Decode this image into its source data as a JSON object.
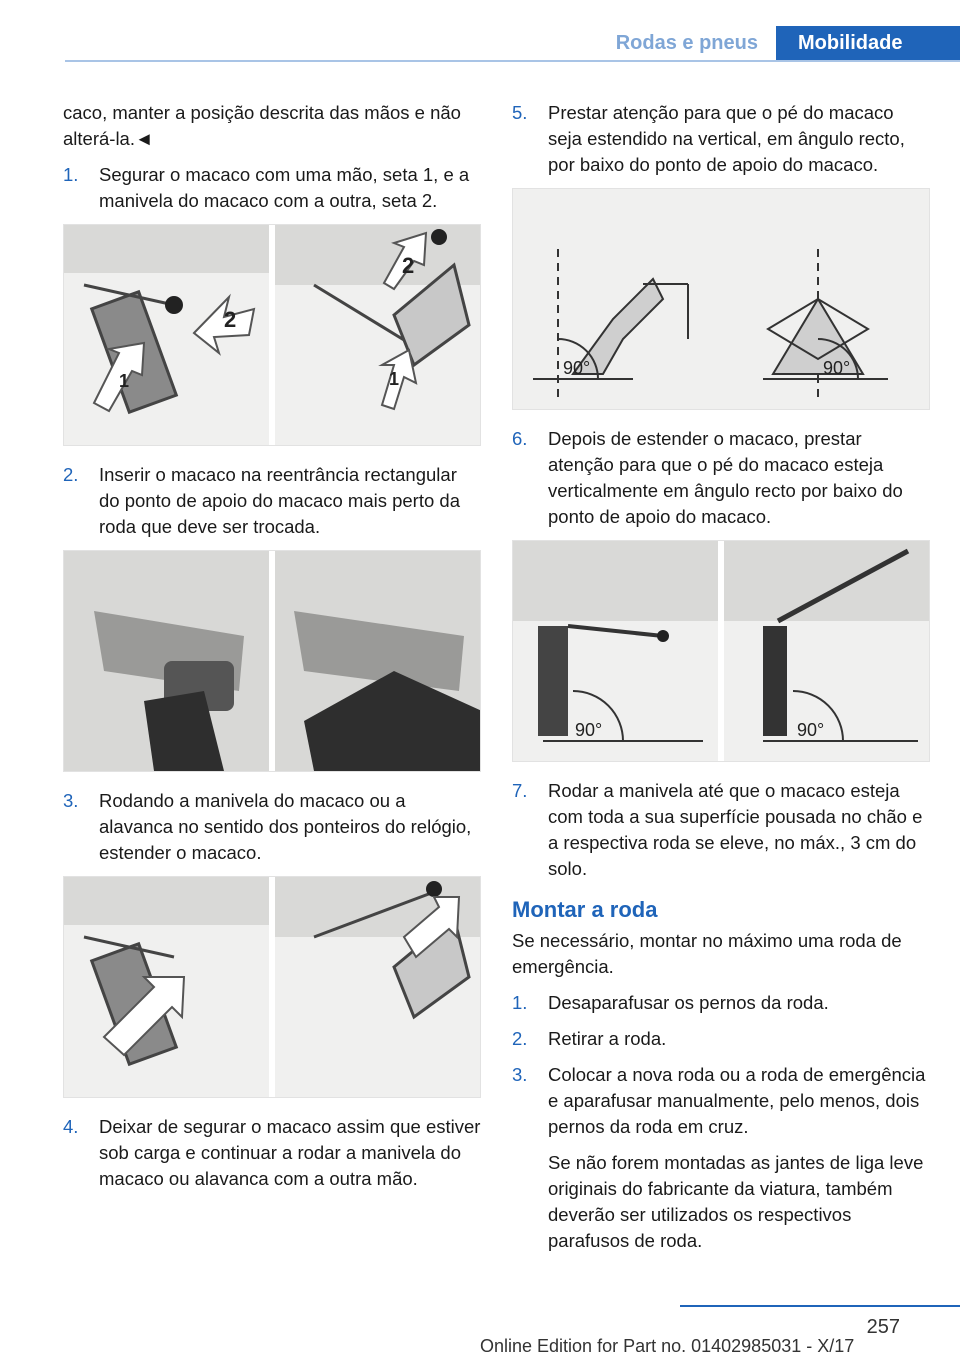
{
  "header": {
    "section": "Rodas e pneus",
    "chapter": "Mobilidade"
  },
  "left": {
    "intro": "caco, manter a posição descrita das mãos e não alterá-la.◄",
    "steps": [
      {
        "num": "1.",
        "text": "Segurar o macaco com uma mão, seta 1, e a manivela do macaco com a outra, seta 2.",
        "fig_labels": [
          "1",
          "2",
          "2",
          "1"
        ]
      },
      {
        "num": "2.",
        "text": "Inserir o macaco na reentrância rectangular do ponto de apoio do macaco mais perto da roda que deve ser trocada."
      },
      {
        "num": "3.",
        "text": "Rodando a manivela do macaco ou a alavanca no sentido dos ponteiros do relógio, estender o macaco."
      },
      {
        "num": "4.",
        "text": "Deixar de segurar o macaco assim que estiver sob carga e continuar a rodar a manivela do macaco ou alavanca com a outra mão."
      }
    ]
  },
  "right": {
    "steps": [
      {
        "num": "5.",
        "text": "Prestar atenção para que o pé do macaco seja estendido na vertical, em ângulo recto, por baixo do ponto de apoio do macaco.",
        "fig_labels": [
          "90°",
          "90°"
        ]
      },
      {
        "num": "6.",
        "text": "Depois de estender o macaco, prestar atenção para que o pé do macaco esteja verticalmente em ângulo recto por baixo do ponto de apoio do macaco.",
        "fig_labels": [
          "90°",
          "90°"
        ]
      },
      {
        "num": "7.",
        "text": "Rodar a manivela até que o macaco esteja com toda a sua superfície pousada no chão e a respectiva roda se eleve, no máx., 3 cm do solo."
      }
    ],
    "heading": "Montar a roda",
    "heading_text": "Se necessário, montar no máximo uma roda de emergência.",
    "steps2": [
      {
        "num": "1.",
        "text": "Desaparafusar os pernos da roda."
      },
      {
        "num": "2.",
        "text": "Retirar a roda."
      },
      {
        "num": "3.",
        "text": "Colocar a nova roda ou a roda de emergência e aparafusar manualmente, pelo menos, dois pernos da roda em cruz."
      }
    ],
    "note": "Se não forem montadas as jantes de liga leve originais do fabricante da viatura, também deverão ser utilizados os respectivos parafusos de roda."
  },
  "footer": {
    "page": "257",
    "edition": "Online Edition for Part no. 01402985031 - X/17"
  }
}
